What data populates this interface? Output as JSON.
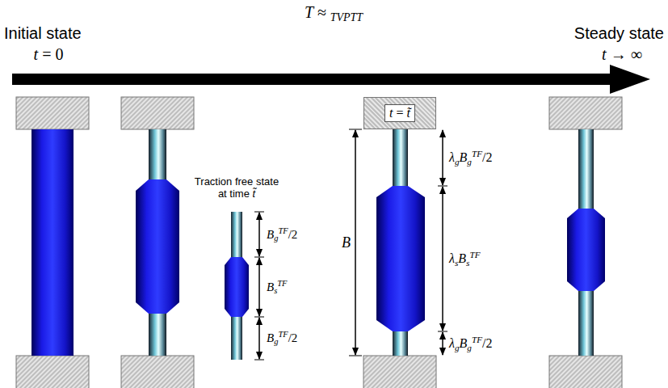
{
  "diagram": {
    "title": "T ≈ TVPTT",
    "nodes": [
      {
        "text": [
          "t = t̃"
        ]
      }
    ],
    "labels": [
      "Initial state",
      "t = 0",
      "Steady state",
      "t → ∞",
      "Traction free state at time t̃",
      "BgTF/2",
      "BsTF",
      "BgTF/2",
      "B",
      "λgBgTF/2",
      "λsBsTF",
      "λgBgTF/2"
    ]
  }
}
